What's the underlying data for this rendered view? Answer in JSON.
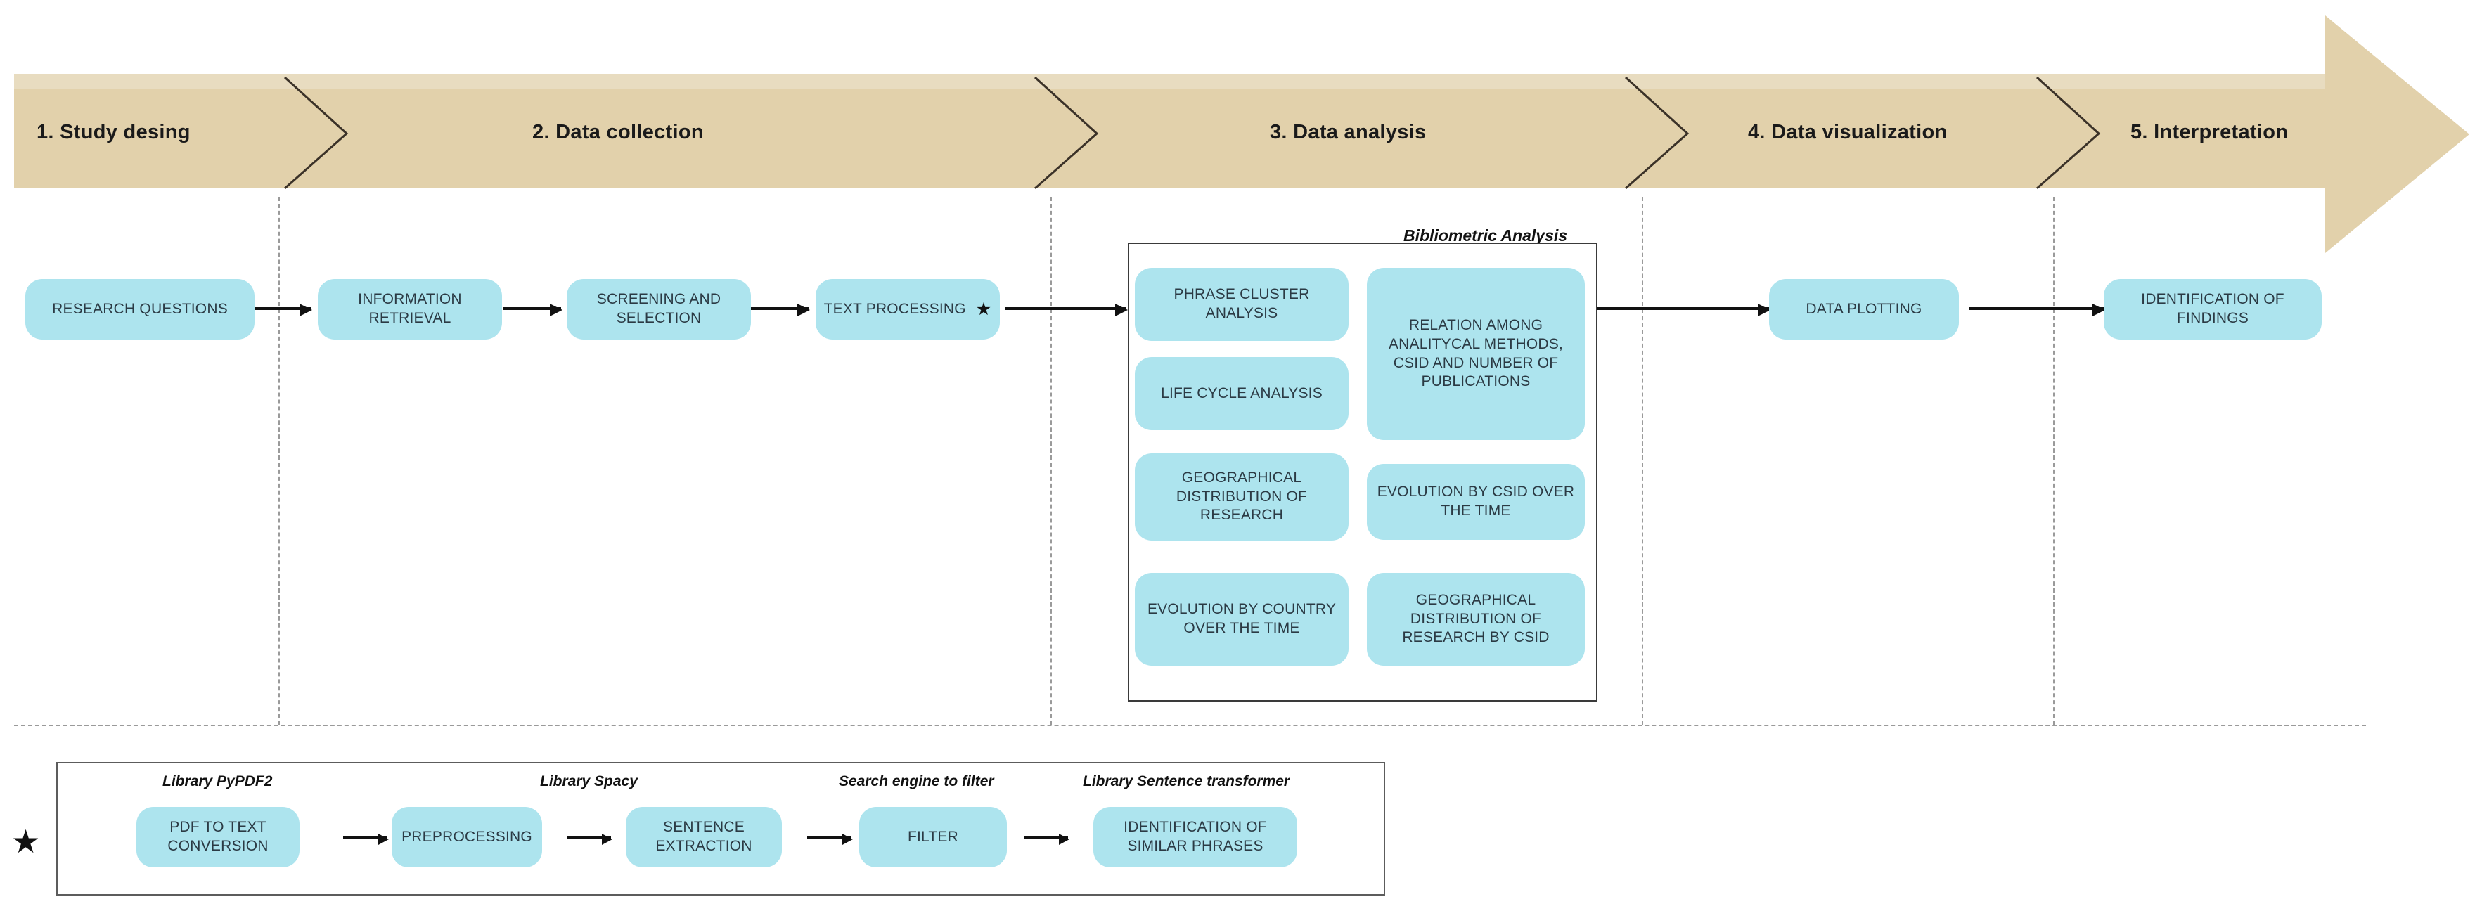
{
  "colors": {
    "banner_fill": "#e2d1ab",
    "banner_top_highlight": "#e8dcc0",
    "chevron_stroke": "#3b3228",
    "node_fill": "#ade4ee",
    "node_text": "#2b3a44",
    "arrow": "#111111",
    "dashed_separator": "#9a9a9a",
    "group_border": "#3a3a3a"
  },
  "banner": {
    "phases": [
      {
        "label": "1. Study desing"
      },
      {
        "label": "2. Data collection"
      },
      {
        "label": "3. Data analysis"
      },
      {
        "label": "4. Data visualization"
      },
      {
        "label": "5. Interpretation"
      }
    ]
  },
  "main_flow": {
    "nodes": [
      {
        "id": "research-questions",
        "label": "RESEARCH QUESTIONS"
      },
      {
        "id": "information-retrieval",
        "label": "INFORMATION RETRIEVAL"
      },
      {
        "id": "screening-and-selection",
        "label": "SCREENING AND SELECTION"
      },
      {
        "id": "text-processing",
        "label": "TEXT PROCESSING",
        "marker": "★"
      },
      {
        "id": "data-plotting",
        "label": "DATA PLOTTING"
      },
      {
        "id": "identification-of-findings",
        "label": "IDENTIFICATION OF FINDINGS"
      }
    ]
  },
  "bibliometric": {
    "title": "Bibliometric Analysis",
    "nodes_left": [
      {
        "id": "phrase-cluster-analysis",
        "label": "PHRASE CLUSTER ANALYSIS"
      },
      {
        "id": "life-cycle-analysis",
        "label": "LIFE CYCLE ANALYSIS"
      },
      {
        "id": "geographical-distribution-of-research",
        "label": "GEOGRAPHICAL DISTRIBUTION OF RESEARCH"
      },
      {
        "id": "evolution-by-country-over-the-time",
        "label": "EVOLUTION BY COUNTRY OVER THE TIME"
      }
    ],
    "nodes_right": [
      {
        "id": "relation-among-analitycal-methods",
        "label": "RELATION AMONG ANALITYCAL METHODS, CSID AND NUMBER OF PUBLICATIONS"
      },
      {
        "id": "evolution-by-csid-over-the-time",
        "label": "EVOLUTION BY CSID OVER THE TIME"
      },
      {
        "id": "geographical-distribution-of-research-by-csid",
        "label": "GEOGRAPHICAL DISTRIBUTION OF RESEARCH BY CSID"
      }
    ]
  },
  "subprocess": {
    "legend_marker": "★",
    "steps": [
      {
        "id": "pdf-to-text-conversion",
        "tool": "Library PyPDF2",
        "label": "PDF TO TEXT CONVERSION"
      },
      {
        "id": "preprocessing",
        "tool": "Library Spacy",
        "label": "PREPROCESSING"
      },
      {
        "id": "sentence-extraction",
        "tool": "",
        "label": "SENTENCE EXTRACTION"
      },
      {
        "id": "filter",
        "tool": "Search engine to filter",
        "label": "FILTER"
      },
      {
        "id": "identification-of-similar-phrases",
        "tool": "Library Sentence transformer",
        "label": "IDENTIFICATION OF SIMILAR PHRASES"
      }
    ]
  }
}
